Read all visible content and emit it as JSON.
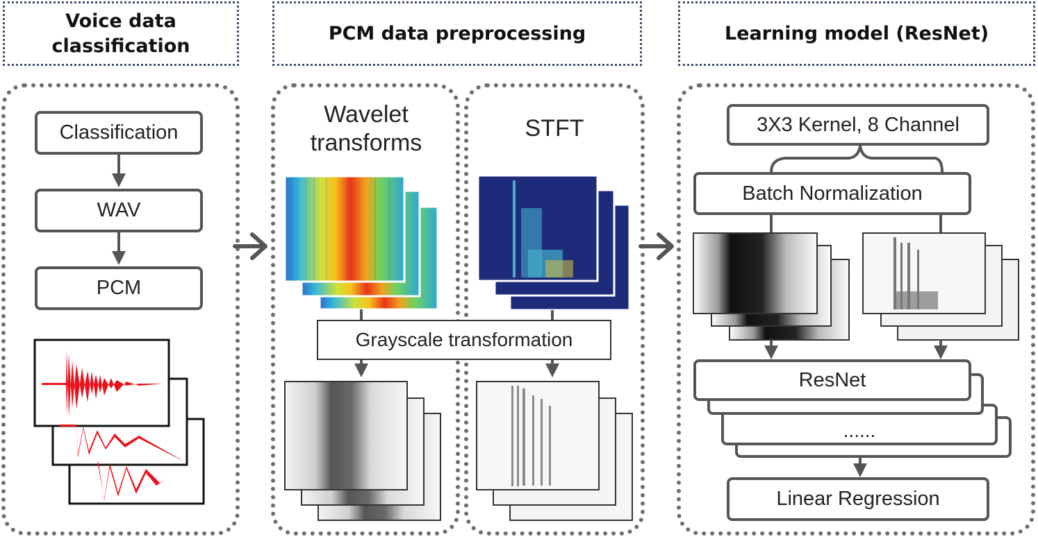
{
  "headers": {
    "voice": "Voice data\nclassification",
    "pcm": "PCM data preprocessing",
    "model": "Learning model (ResNet)"
  },
  "left": {
    "step1": "Classification",
    "step2": "WAV",
    "step3": "PCM"
  },
  "middle": {
    "wavelet_title": "Wavelet\ntransforms",
    "stft_title": "STFT",
    "grayscale": "Grayscale transformation"
  },
  "right": {
    "kernel": "3X3 Kernel, 8 Channel",
    "batch_norm": "Batch Normalization",
    "resnet": "ResNet",
    "ellipsis": "......",
    "linear": "Linear Regression"
  },
  "colors": {
    "header_border": "#3f4f6b",
    "panel_border": "#6e6e6e",
    "box_border": "#555555",
    "waveform": "#e8141c",
    "stft_bg": "#1e2a7a",
    "arrow": "#555555"
  }
}
